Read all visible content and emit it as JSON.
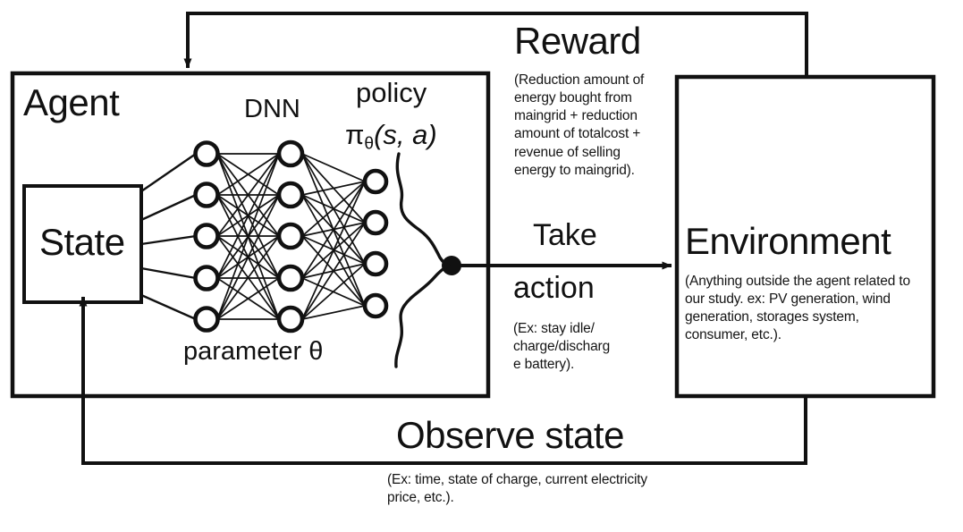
{
  "diagram": {
    "title": "Reinforcement learning agent-environment loop",
    "colors": {
      "stroke": "#111111",
      "background": "#ffffff",
      "text": "#111111"
    },
    "agent": {
      "label": "Agent",
      "state_label": "State",
      "dnn_label": "DNN",
      "policy_label": "policy",
      "policy_symbol": "π",
      "policy_subscript": "θ",
      "policy_args": "(s, a)",
      "parameter_label": "parameter θ",
      "network": {
        "input_nodes": 5,
        "hidden_nodes": 5,
        "output_nodes": 4,
        "fully_connected": true
      }
    },
    "environment": {
      "label": "Environment",
      "description": "(Anything outside the agent related to our study. ex: PV generation, wind generation, storages system, consumer, etc.)."
    },
    "reward": {
      "label": "Reward",
      "description": "(Reduction amount of energy bought from maingrid + reduction amount of totalcost + revenue of selling energy to maingrid)."
    },
    "action": {
      "label_line1": "Take",
      "label_line2": "action",
      "description": "(Ex: stay idle/ charge/discharg e battery)."
    },
    "observe": {
      "label": "Observe state",
      "description": "(Ex: time, state of charge, current electricity price, etc.)."
    }
  }
}
